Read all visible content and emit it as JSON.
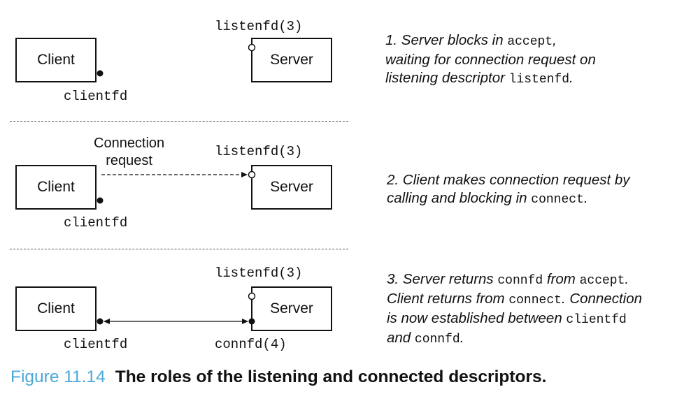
{
  "panels": [
    {
      "client_label": "Client",
      "server_label": "Server",
      "client_fd": "clientfd",
      "server_top_fd": "listenfd(3)",
      "caption": {
        "l1a": "1. Server blocks in ",
        "l1code": "accept",
        "l1b": ",",
        "l2": "waiting for connection request on",
        "l3a": "listening descriptor ",
        "l3code": "listenfd",
        "l3b": "."
      }
    },
    {
      "client_label": "Client",
      "server_label": "Server",
      "client_fd": "clientfd",
      "server_top_fd": "listenfd(3)",
      "request_label_1": "Connection",
      "request_label_2": "request",
      "caption": {
        "l1": "2. Client makes connection request by",
        "l2a": "calling and blocking in ",
        "l2code": "connect",
        "l2b": "."
      }
    },
    {
      "client_label": "Client",
      "server_label": "Server",
      "client_fd": "clientfd",
      "server_top_fd": "listenfd(3)",
      "server_bottom_fd": "connfd(4)",
      "caption": {
        "l1a": "3. Server returns ",
        "l1code1": "connfd",
        "l1b": " from ",
        "l1code2": "accept",
        "l1c": ".",
        "l2a": "Client returns from ",
        "l2code": "connect",
        "l2b": ". Connection",
        "l3a": "is now established between ",
        "l3code": "clientfd",
        "l4a": "and ",
        "l4code": "connfd",
        "l4b": "."
      }
    }
  ],
  "figure": {
    "number": "Figure 11.14",
    "title": "The roles of the listening and connected descriptors."
  },
  "colors": {
    "figure_number": "#4aa8d8",
    "line": "#111111",
    "divider": "#555555"
  }
}
